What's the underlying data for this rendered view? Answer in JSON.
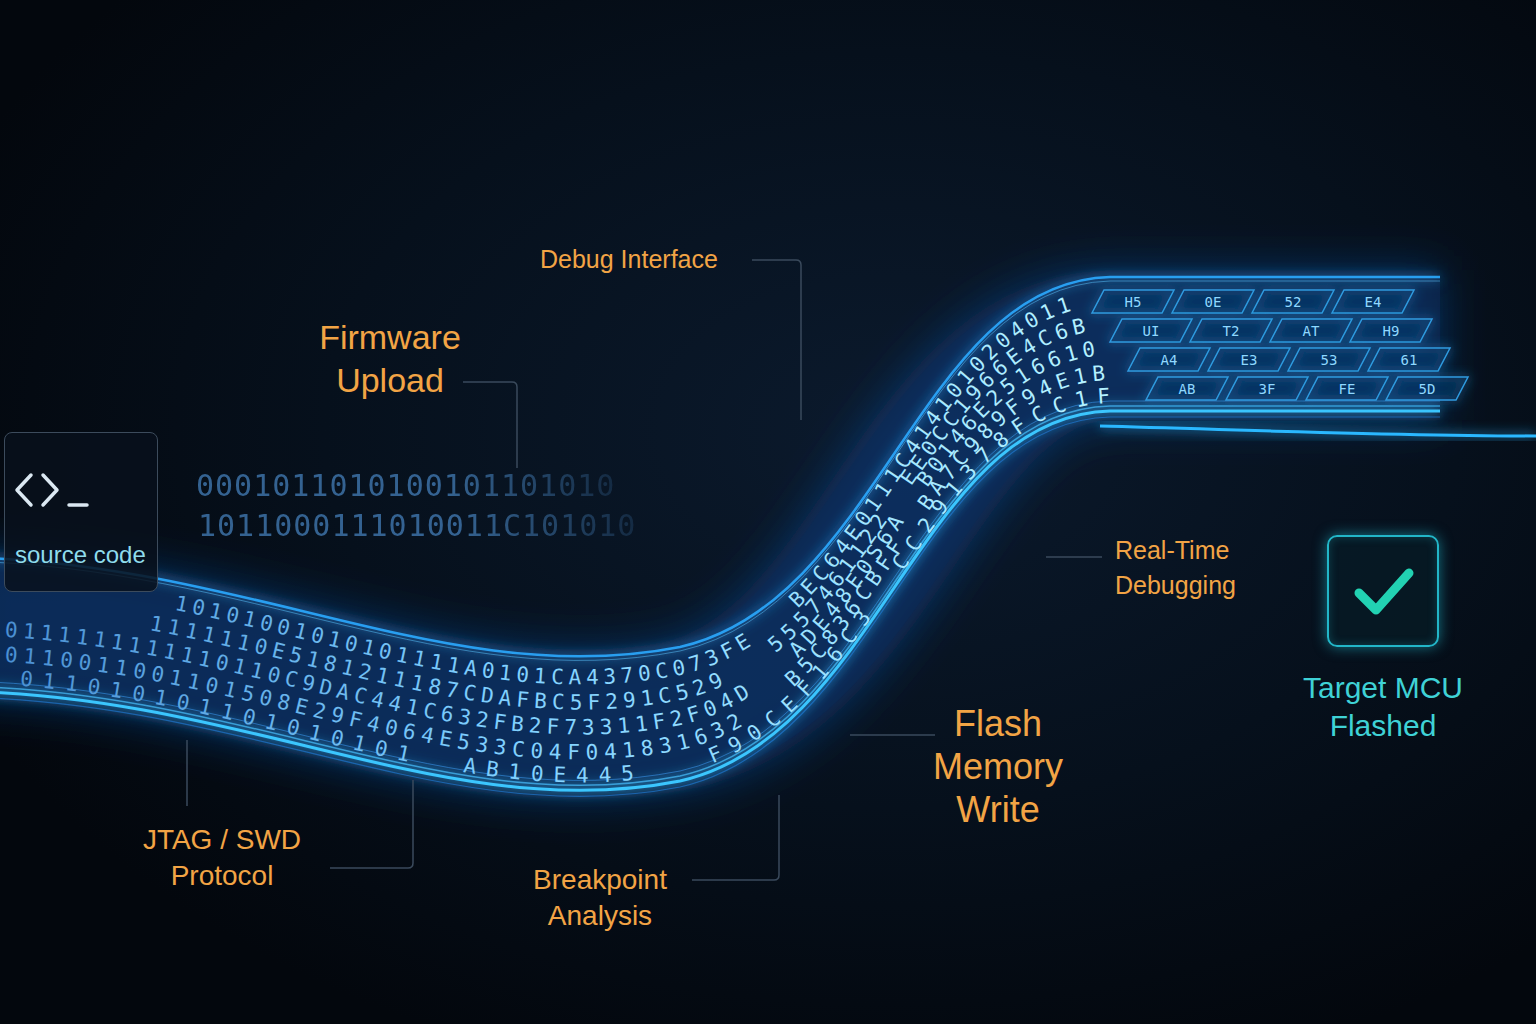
{
  "diagram": {
    "nodes": [
      {
        "text": [
          "source code"
        ]
      },
      {
        "text": [
          "Target MCU Flashed"
        ]
      }
    ],
    "labels": [
      "Debug Interface",
      "Firmware Upload",
      "Real-Time Debugging",
      "Flash Memory Write",
      "JTAG / SWD Protocol",
      "Breakpoint Analysis",
      "0001011010100101101010",
      "1011000111010011C101010",
      "10101001010101111A0101CA4370C073FE   BEC64E0111C4141010204011",
      "1111110E5181211187CDAFBC5F291C529   5557461122  EE0CC1966E4C6B",
      "0111111111110110C9DAC441C632FB2F73311F2F04D   ADE48E0S6A  B0146E2516610",
      "0110011001101508E29F4064E533C04F041831632   B5C836CBFF  BA7C989F94E1B",
      "011010101101010101  AB10E445   F90CEF16C3  CC291378FCC1F",
      "H5",
      "0E",
      "52",
      "E4",
      "UI",
      "T2",
      "AT",
      "H9",
      "A4",
      "E3",
      "53",
      "61",
      "AB",
      "3F",
      "FE",
      "5D"
    ]
  }
}
